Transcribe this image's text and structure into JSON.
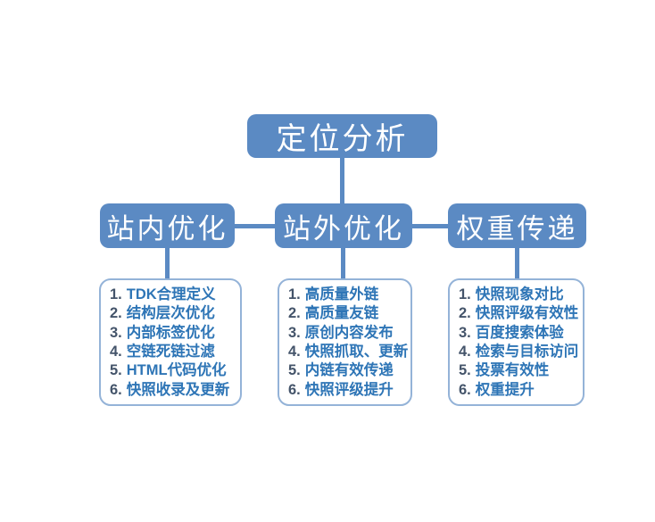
{
  "root_node": {
    "label": "定位分析"
  },
  "branches": [
    {
      "title": "站内优化",
      "items": [
        {
          "num": "1.",
          "text": "TDK合理定义"
        },
        {
          "num": "2.",
          "text": "结构层次优化"
        },
        {
          "num": "3.",
          "text": "内部标签优化"
        },
        {
          "num": "4.",
          "text": "空链死链过滤"
        },
        {
          "num": "5.",
          "text": "HTML代码优化"
        },
        {
          "num": "6.",
          "text": "快照收录及更新"
        }
      ]
    },
    {
      "title": "站外优化",
      "items": [
        {
          "num": "1.",
          "text": "高质量外链"
        },
        {
          "num": "2.",
          "text": "高质量友链"
        },
        {
          "num": "3.",
          "text": "原创内容发布"
        },
        {
          "num": "4.",
          "text": "快照抓取、更新"
        },
        {
          "num": "5.",
          "text": "内链有效传递"
        },
        {
          "num": "6.",
          "text": "快照评级提升"
        }
      ]
    },
    {
      "title": "权重传递",
      "items": [
        {
          "num": "1.",
          "text": "快照现象对比"
        },
        {
          "num": "2.",
          "text": "快照评级有效性"
        },
        {
          "num": "3.",
          "text": "百度搜索体验"
        },
        {
          "num": "4.",
          "text": "检索与目标访问"
        },
        {
          "num": "5.",
          "text": "投票有效性"
        },
        {
          "num": "6.",
          "text": "权重提升"
        }
      ]
    }
  ],
  "colors": {
    "node_fill": "#5b8ac3",
    "node_text": "#ffffff",
    "connector": "#5b8ac3",
    "list_border": "#94b3d8",
    "list_background": "#ffffff",
    "item_number": "#44546a",
    "item_text": "#2e75b6",
    "page_background": "#ffffff"
  }
}
